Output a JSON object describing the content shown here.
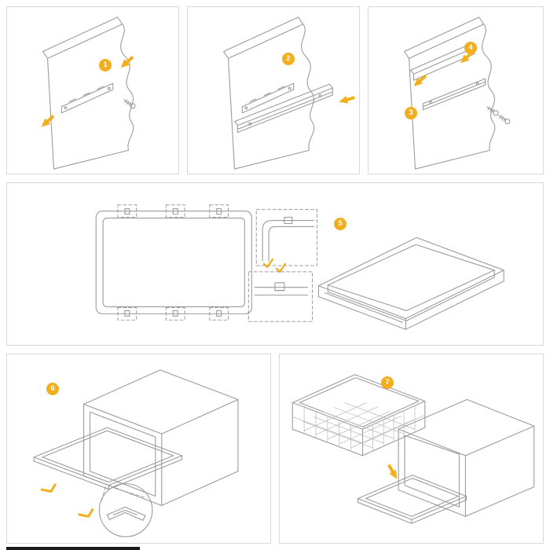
{
  "document": {
    "type": "assembly-instruction-sheet"
  },
  "colors": {
    "accent": "#F2AE1C",
    "line": "#9B9B9B",
    "line-light": "#BFBFBF",
    "panel-border": "#D9D9D9",
    "background": "#FFFFFF",
    "badge-text": "#FFFFFF",
    "bottom-bar": "#1A1A1A"
  },
  "steps": [
    "1",
    "2",
    "3",
    "4",
    "5",
    "6",
    "7"
  ],
  "panels": [
    {
      "id": "panel-1",
      "badge_steps": [
        "1"
      ],
      "art": "side-panel-with-mounting-bracket-and-screw"
    },
    {
      "id": "panel-2",
      "badge_steps": [
        "2"
      ],
      "art": "side-panel-with-drawer-slide-attached"
    },
    {
      "id": "panel-3",
      "badge_steps": [
        "3",
        "4"
      ],
      "art": "side-panel-rail-and-screws-exploded"
    },
    {
      "id": "panel-4",
      "badge_steps": [
        "5"
      ],
      "art": "frame-clip-positions-details-and-tray"
    },
    {
      "id": "panel-5",
      "badge_steps": [
        "6"
      ],
      "art": "cabinet-with-pullout-frame-and-corner-detail"
    },
    {
      "id": "panel-6",
      "badge_steps": [
        "7"
      ],
      "art": "wire-basket-placed-into-pullout-frame"
    }
  ]
}
